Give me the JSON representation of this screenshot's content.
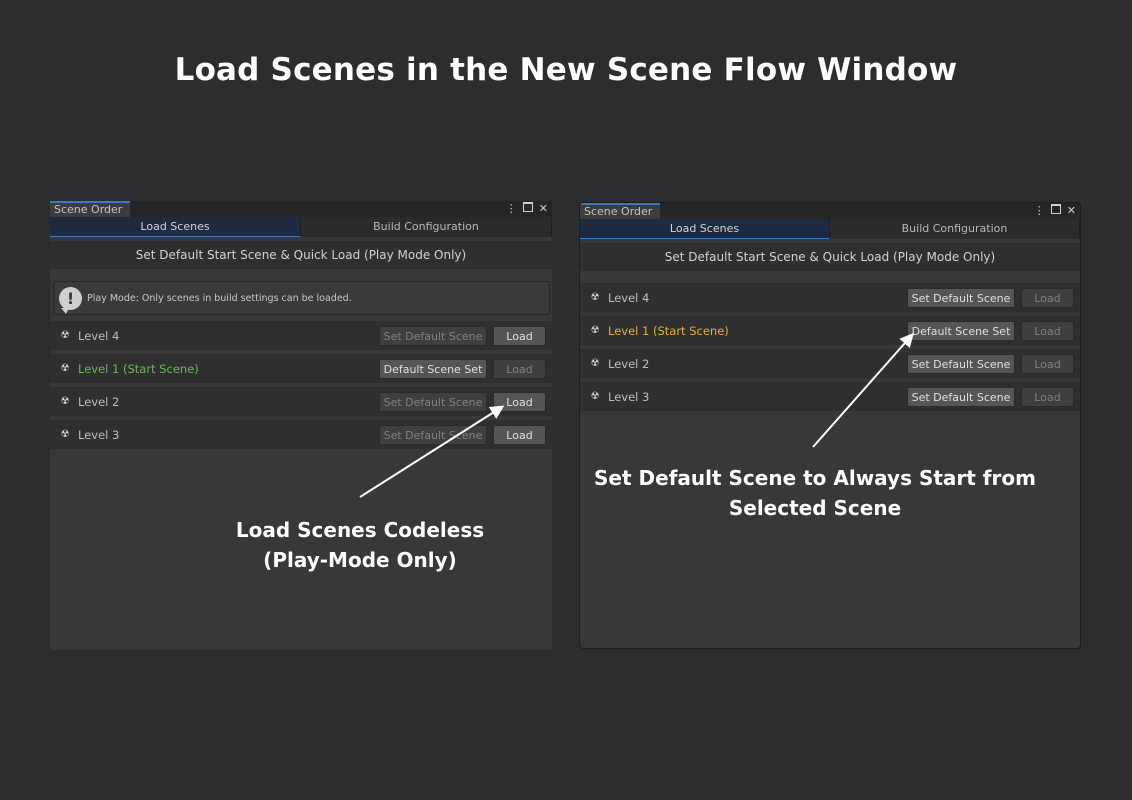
{
  "page_title": "Load Scenes in the New Scene Flow Window",
  "windows": [
    {
      "tab_title": "Scene Order",
      "menu_glyph": "⋮",
      "close_glyph": "✕",
      "toolbar": {
        "tabs": [
          "Load Scenes",
          "Build Configuration"
        ],
        "active": 0
      },
      "section_header": "Set Default Start Scene & Quick Load (Play Mode Only)",
      "helpbox": {
        "icon": "warning-icon",
        "glyph": "!",
        "text": "Play Mode: Only scenes in build settings can be loaded."
      },
      "scenes": [
        {
          "name": "Level 4",
          "set_label": "Set Default Scene",
          "set_enabled": false,
          "load_label": "Load",
          "load_enabled": true
        },
        {
          "name": "Level 1 (Start Scene)",
          "set_label": "Default Scene Set",
          "set_enabled": true,
          "load_label": "Load",
          "load_enabled": false,
          "highlight": "#6fb35f"
        },
        {
          "name": "Level 2",
          "set_label": "Set Default Scene",
          "set_enabled": false,
          "load_label": "Load",
          "load_enabled": true
        },
        {
          "name": "Level 3",
          "set_label": "Set Default Scene",
          "set_enabled": false,
          "load_label": "Load",
          "load_enabled": true
        }
      ]
    },
    {
      "tab_title": "Scene Order",
      "menu_glyph": "⋮",
      "close_glyph": "✕",
      "toolbar": {
        "tabs": [
          "Load Scenes",
          "Build Configuration"
        ],
        "active": 0
      },
      "section_header": "Set Default Start Scene & Quick Load (Play Mode Only)",
      "scenes": [
        {
          "name": "Level 4",
          "set_label": "Set Default Scene",
          "set_enabled": true,
          "load_label": "Load",
          "load_enabled": false
        },
        {
          "name": "Level 1 (Start Scene)",
          "set_label": "Default Scene Set",
          "set_enabled": true,
          "load_label": "Load",
          "load_enabled": false,
          "highlight": "#e0b23c"
        },
        {
          "name": "Level 2",
          "set_label": "Set Default Scene",
          "set_enabled": true,
          "load_label": "Load",
          "load_enabled": false
        },
        {
          "name": "Level 3",
          "set_label": "Set Default Scene",
          "set_enabled": true,
          "load_label": "Load",
          "load_enabled": false
        }
      ]
    }
  ],
  "annotations": {
    "left": {
      "line1": "Load Scenes Codeless",
      "line2": "(Play-Mode Only)"
    },
    "right": {
      "line1": "Set Default Scene to Always Start from",
      "line2": "Selected Scene"
    }
  },
  "scene_icon_glyph": "☢",
  "colors": {
    "background": "#2b2d30",
    "accent": "#3a79bb",
    "start_scene_left": "#6fb35f",
    "start_scene_right": "#e0b23c"
  }
}
